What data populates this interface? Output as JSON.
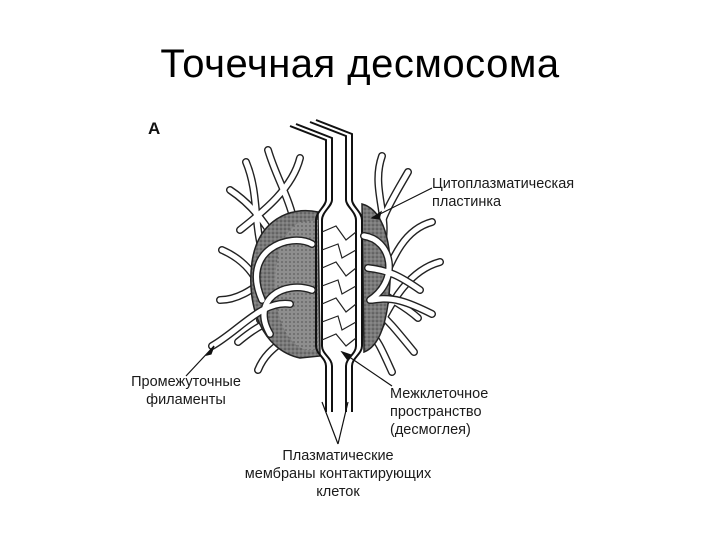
{
  "slide": {
    "title": "Точечная десмосома"
  },
  "figure": {
    "panel_letter": "A",
    "labels": {
      "plaque_line1": "Цитоплазматическая",
      "plaque_line2": "пластинка",
      "filaments_line1": "Промежуточные",
      "filaments_line2": "филаменты",
      "space_line1": "Межклеточное",
      "space_line2": "пространство",
      "space_line3": "(десмоглея)",
      "membrane_line1": "Плазматические",
      "membrane_line2": "мембраны контактирующих",
      "membrane_line3": "клеток"
    }
  }
}
